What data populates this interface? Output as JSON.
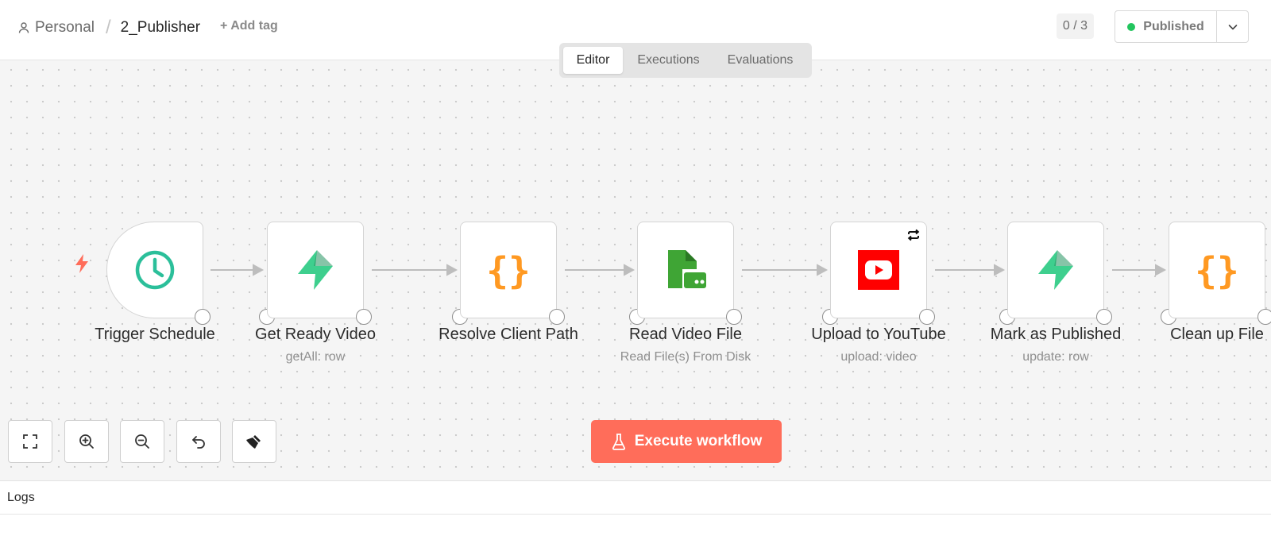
{
  "header": {
    "breadcrumb_project": "Personal",
    "breadcrumb_separator": "/",
    "workflow_name": "2_Publisher",
    "add_tag_label": "+ Add tag",
    "counter": "0 / 3",
    "status_label": "Published",
    "status_color": "#22c55e"
  },
  "tabs": [
    {
      "label": "Editor",
      "active": true
    },
    {
      "label": "Executions",
      "active": false
    },
    {
      "label": "Evaluations",
      "active": false
    }
  ],
  "nodes": [
    {
      "title": "Trigger Schedule",
      "subtitle": "",
      "icon": "clock-icon"
    },
    {
      "title": "Get Ready Video",
      "subtitle": "getAll: row",
      "icon": "supabase-icon"
    },
    {
      "title": "Resolve Client Path",
      "subtitle": "",
      "icon": "code-braces-icon"
    },
    {
      "title": "Read Video File",
      "subtitle": "Read File(s) From Disk",
      "icon": "file-disk-icon"
    },
    {
      "title": "Upload to YouTube",
      "subtitle": "upload: video",
      "icon": "youtube-icon"
    },
    {
      "title": "Mark as Published",
      "subtitle": "update: row",
      "icon": "supabase-icon"
    },
    {
      "title": "Clean up File",
      "subtitle": "",
      "icon": "code-braces-icon"
    }
  ],
  "canvas_controls": [
    "zoom-to-fit-icon",
    "zoom-in-icon",
    "zoom-out-icon",
    "undo-icon",
    "tidy-up-icon"
  ],
  "execute_button_label": "Execute workflow",
  "logs_label": "Logs",
  "colors": {
    "accent": "#ff6d5a",
    "clock": "#2bbf9a",
    "supabase": "#3ecf8e",
    "code": "#ff9922",
    "file_disk": "#3fa535",
    "youtube": "#ff0000"
  }
}
